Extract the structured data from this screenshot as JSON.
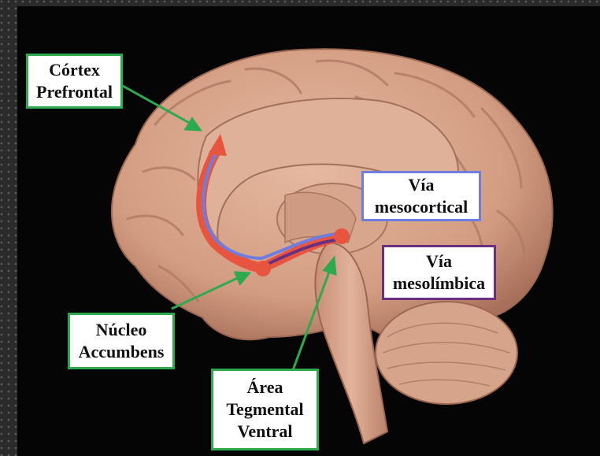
{
  "labels": {
    "cortex_prefrontal": {
      "line1": "Córtex",
      "line2": "Prefrontal"
    },
    "via_mesocortical": {
      "line1": "Vía",
      "line2": "mesocortical"
    },
    "via_mesolimbica": {
      "line1": "Vía",
      "line2": "mesolímbica"
    },
    "nucleo_accumbens": {
      "line1": "Núcleo",
      "line2": "Accumbens"
    },
    "area_tegmental_ventral": {
      "line1": "Área",
      "line2": "Tegmental",
      "line3": "Ventral"
    }
  },
  "colors": {
    "background": "#050505",
    "brain": "#d9a88f",
    "brain_shadow": "#b8826a",
    "pathway_red": "#e8553e",
    "pathway_blue": "#6d7de0",
    "pathway_purple": "#6b2f82",
    "pointer_green": "#2eaa4e"
  }
}
